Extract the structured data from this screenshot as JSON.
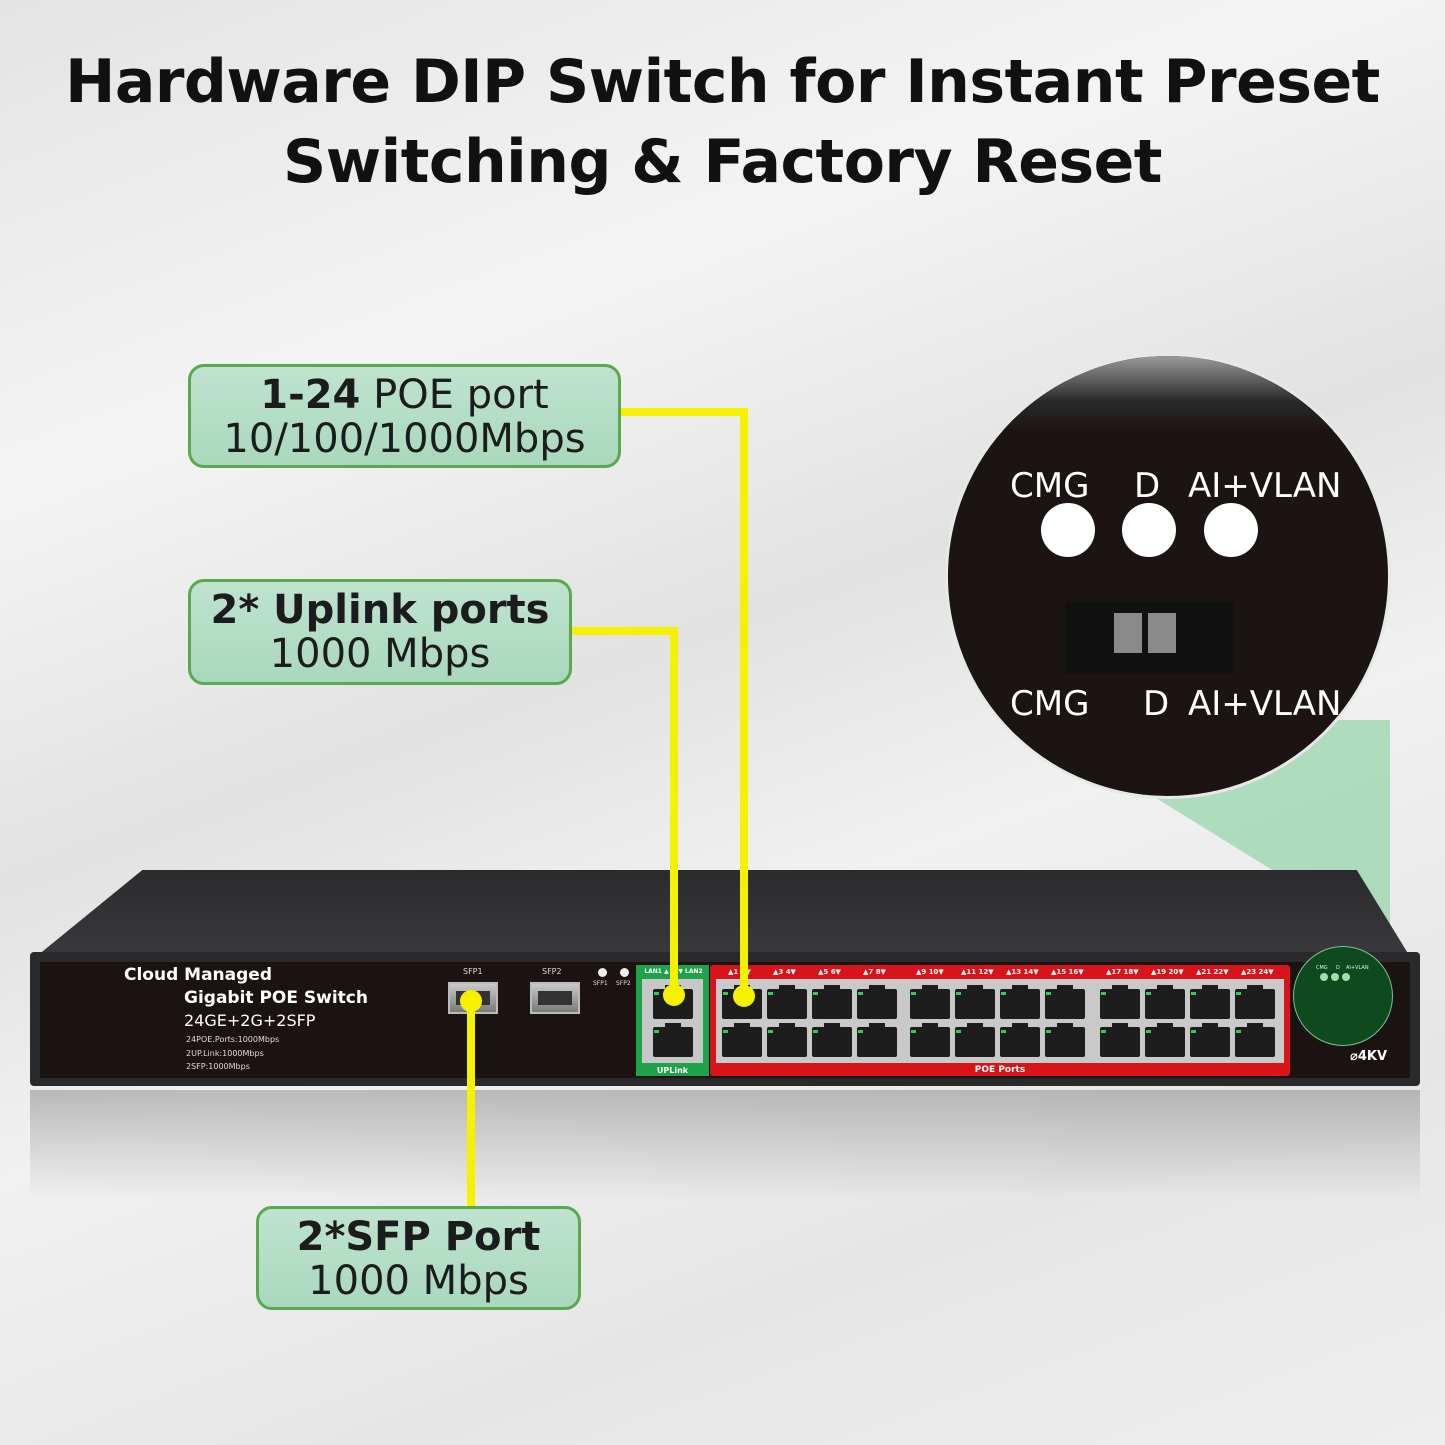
{
  "headline": {
    "line1": "Hardware DIP Switch for Instant Preset",
    "line2": "Switching & Factory Reset"
  },
  "callouts": [
    {
      "id": "poe-ports",
      "bold": "1-24",
      "rest": " POE port",
      "line2": "10/100/1000Mbps"
    },
    {
      "id": "uplink-ports",
      "bold": "2* Uplink ports",
      "rest": "",
      "line2": "1000 Mbps"
    },
    {
      "id": "sfp-ports",
      "bold": "2*SFP Port",
      "rest": "",
      "line2": "1000 Mbps"
    }
  ],
  "dip_zoom": {
    "top_labels": [
      "CMG",
      "D",
      "AI+VLAN"
    ],
    "bottom_labels": [
      "CMG",
      "D",
      "AI+VLAN"
    ]
  },
  "switch": {
    "brand_line1": "Cloud Managed",
    "brand_line2": "Gigabit POE Switch",
    "model": "24GE+2G+2SFP",
    "specs": [
      "24POE.Ports:1000Mbps",
      "2UP.Link:1000Mbps",
      "2SFP:1000Mbps"
    ],
    "sfp_labels": [
      "SFP1",
      "SFP2"
    ],
    "sfp_led_labels": [
      "SFP1",
      "SFP2"
    ],
    "uplink_port_labels": [
      "LAN1 ▲",
      "▼ LAN2"
    ],
    "uplink_caption": "UPLink",
    "poe_caption": "POE Ports",
    "poe_pair_labels": [
      "▲1 2▼",
      "▲3 4▼",
      "▲5 6▼",
      "▲7 8▼",
      "▲9 10▼",
      "▲11 12▼",
      "▲13 14▼",
      "▲15 16▼",
      "▲17 18▼",
      "▲19 20▼",
      "▲21 22▼",
      "▲23 24▼"
    ],
    "mini_dip_labels": [
      "CMG",
      "D",
      "AI+VLAN"
    ],
    "surge_rating": "4KV"
  },
  "colors": {
    "callout_fill": "#b5ddc6",
    "callout_border": "#5aa94f",
    "connector_yellow": "#f5f100",
    "poe_red": "#d8141a",
    "uplink_green": "#1ea24a",
    "zoom_beam": "#78cd96"
  }
}
